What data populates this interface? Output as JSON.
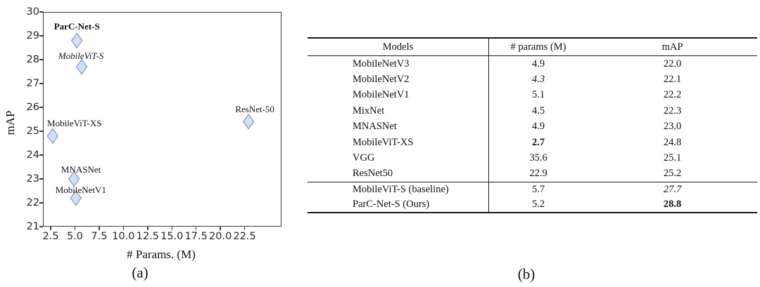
{
  "figure": {
    "panel_a_caption": "(a)",
    "panel_b_caption": "(b)"
  },
  "colors": {
    "marker_fill": "#d2e0f4",
    "marker_stroke": "#7e97c8",
    "rule": "#1a1a1a",
    "spine": "#3a3a3a"
  },
  "chart_data": [
    {
      "type": "scatter",
      "title": "",
      "xlabel": "# Params. (M)",
      "ylabel": "mAP",
      "xlim": [
        1.7,
        26.3
      ],
      "ylim": [
        21,
        30
      ],
      "grid": false,
      "legend": false,
      "marker": "diamond",
      "x_ticks": [
        {
          "v": 2.5,
          "label": "2.5"
        },
        {
          "v": 5.0,
          "label": "5.0"
        },
        {
          "v": 7.5,
          "label": "7.5"
        },
        {
          "v": 10.0,
          "label": "10.0"
        },
        {
          "v": 12.5,
          "label": "12.5"
        },
        {
          "v": 15.0,
          "label": "15.0"
        },
        {
          "v": 17.5,
          "label": "17.5"
        },
        {
          "v": 20.0,
          "label": "20.0"
        },
        {
          "v": 22.5,
          "label": "22.5"
        }
      ],
      "y_ticks": [
        {
          "v": 30,
          "label": "30"
        },
        {
          "v": 29,
          "label": "29"
        },
        {
          "v": 28,
          "label": "28"
        },
        {
          "v": 27,
          "label": "27"
        },
        {
          "v": 26,
          "label": "26"
        },
        {
          "v": 25,
          "label": "25"
        },
        {
          "v": 24,
          "label": "24"
        },
        {
          "v": 23,
          "label": "23"
        },
        {
          "v": 22,
          "label": "22"
        },
        {
          "v": 21,
          "label": "21"
        }
      ],
      "points": [
        {
          "name": "ParC-Net-S",
          "x": 5.2,
          "y": 28.8,
          "label_style": "bold",
          "label_dx": 0,
          "label_dy": -20
        },
        {
          "name": "MobileViT-S",
          "x": 5.7,
          "y": 27.7,
          "label_style": "italic",
          "label_dx": -1,
          "label_dy": -15
        },
        {
          "name": "MobileViT-XS",
          "x": 2.7,
          "y": 24.8,
          "label_style": "normal",
          "label_dx": 31,
          "label_dy": -18
        },
        {
          "name": "MNASNet",
          "x": 4.9,
          "y": 23.0,
          "label_style": "normal",
          "label_dx": 10,
          "label_dy": -13
        },
        {
          "name": "MobileNetV1",
          "x": 5.1,
          "y": 22.2,
          "label_style": "normal",
          "label_dx": 7,
          "label_dy": -11
        },
        {
          "name": "ResNet-50",
          "x": 22.9,
          "y": 25.4,
          "label_style": "normal",
          "label_dx": 9,
          "label_dy": -17
        }
      ]
    },
    {
      "type": "table",
      "headers": [
        "Models",
        "# params (M)",
        "mAP"
      ],
      "rows": [
        {
          "model": "MobileNetV3",
          "params": "4.9",
          "map": "22.0",
          "params_style": "normal",
          "map_style": "normal",
          "section": 1
        },
        {
          "model": "MobileNetV2",
          "params": "4.3",
          "map": "22.1",
          "params_style": "italic",
          "map_style": "normal",
          "section": 1
        },
        {
          "model": "MobileNetV1",
          "params": "5.1",
          "map": "22.2",
          "params_style": "normal",
          "map_style": "normal",
          "section": 1
        },
        {
          "model": "MixNet",
          "params": "4.5",
          "map": "22.3",
          "params_style": "normal",
          "map_style": "normal",
          "section": 1
        },
        {
          "model": "MNASNet",
          "params": "4.9",
          "map": "23.0",
          "params_style": "normal",
          "map_style": "normal",
          "section": 1
        },
        {
          "model": "MobileViT-XS",
          "params": "2.7",
          "map": "24.8",
          "params_style": "bold",
          "map_style": "normal",
          "section": 1
        },
        {
          "model": "VGG",
          "params": "35.6",
          "map": "25.1",
          "params_style": "normal",
          "map_style": "normal",
          "section": 1
        },
        {
          "model": "ResNet50",
          "params": "22.9",
          "map": "25.2",
          "params_style": "normal",
          "map_style": "normal",
          "section": 1
        },
        {
          "model": "MobileViT-S (baseline)",
          "params": "5.7",
          "map": "27.7",
          "params_style": "normal",
          "map_style": "italic",
          "section": 2
        },
        {
          "model": "ParC-Net-S (Ours)",
          "params": "5.2",
          "map": "28.8",
          "params_style": "normal",
          "map_style": "bold",
          "section": 2
        }
      ]
    }
  ]
}
